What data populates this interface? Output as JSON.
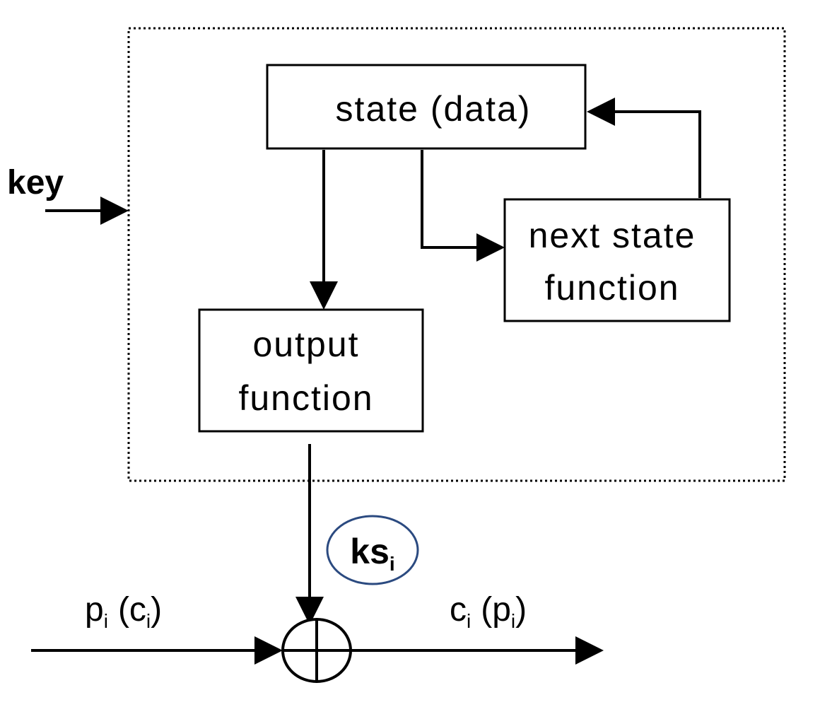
{
  "diagram": {
    "state_box": {
      "label": "state (data)"
    },
    "next_state_box": {
      "line1": "next state",
      "line2": "function"
    },
    "output_box": {
      "line1": "output",
      "line2": "function"
    },
    "key_input": {
      "label": "key"
    },
    "keystream": {
      "base": "ks",
      "sub": "i"
    },
    "input_signal": {
      "p": "p",
      "p_sub": "i",
      "c": "c",
      "c_sub": "i"
    },
    "output_signal": {
      "c": "c",
      "c_sub": "i",
      "p": "p",
      "p_sub": "i"
    },
    "colors": {
      "line": "#000000",
      "ks_ellipse": "#2b4a80",
      "background": "#ffffff"
    }
  }
}
